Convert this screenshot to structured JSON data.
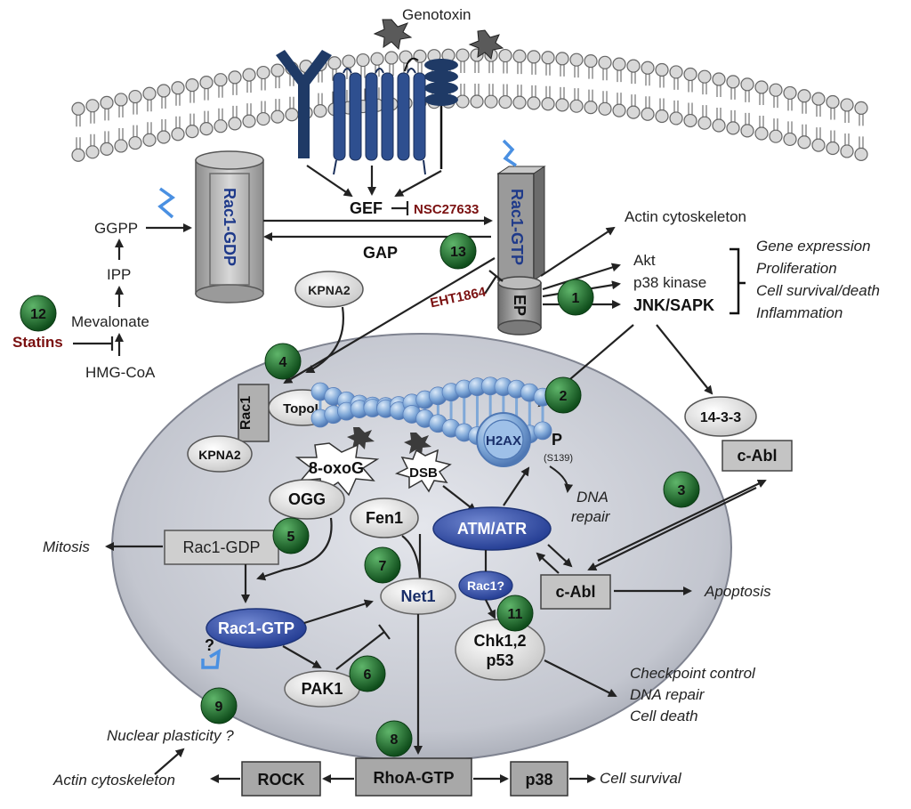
{
  "membrane": {
    "genotoxin": "Genotoxin"
  },
  "cytoplasm": {
    "rac1_gdp": "Rac1-GDP",
    "rac1_gtp": "Rac1-GTP",
    "ep": "EP",
    "gef": "GEF",
    "gap": "GAP",
    "nsc": "NSC27633",
    "eht": "EHT1864",
    "ggpp": "GGPP",
    "ipp": "IPP",
    "mevalonate": "Mevalonate",
    "hmg": "HMG-CoA",
    "statins": "Statins",
    "kpna2": "KPNA2",
    "actin": "Actin cytoskeleton",
    "akt": "Akt",
    "p38k": "p38 kinase",
    "jnk": "JNK/SAPK",
    "outcomes": [
      "Gene expression",
      "Proliferation",
      "Cell survival/death",
      "Inflammation"
    ]
  },
  "nucleus": {
    "rac1": "Rac1",
    "topoii": "TopoII",
    "kpna2": "KPNA2",
    "h2ax": "H2AX",
    "p": "P",
    "s139": "(S139)",
    "oxog": "8-oxoG",
    "dsb": "DSB",
    "dna_repair": [
      "DNA",
      "repair"
    ],
    "ogg": "OGG",
    "fen1": "Fen1",
    "atm": "ATM/ATR",
    "rac1_gdp": "Rac1-GDP",
    "net1": "Net1",
    "rac1q": "Rac1?",
    "cabl": "c-Abl",
    "rac1_gtp": "Rac1-GTP",
    "q": "?",
    "chk": [
      "Chk1,2",
      "p53"
    ],
    "pak1": "PAK1",
    "c1433": "14-3-3",
    "cabl_out": "c-Abl"
  },
  "outside": {
    "mitosis": "Mitosis",
    "apoptosis": "Apoptosis",
    "checkpoint": [
      "Checkpoint control",
      "DNA repair",
      "Cell death"
    ],
    "nuclear_plasticity": "Nuclear plasticity ?",
    "actin2": "Actin cytoskeleton",
    "rock": "ROCK",
    "rhoa": "RhoA-GTP",
    "p38": "p38",
    "survival": "Cell survival"
  },
  "badges": [
    "1",
    "2",
    "3",
    "4",
    "5",
    "6",
    "7",
    "8",
    "9",
    "11",
    "12",
    "13"
  ],
  "colors": {
    "badge": "#1f6e2c",
    "dark_blue": "#3a56a8",
    "nucleus": "#c9ccd4",
    "drug": "#7a1010",
    "membrane_head": "#d8d8d8"
  }
}
